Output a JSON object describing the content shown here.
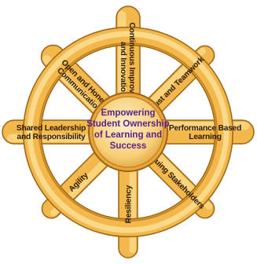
{
  "wheel": {
    "hub_lines": [
      "Empowering",
      "Student Ownership",
      "of Learning and",
      "Success"
    ],
    "spokes": [
      {
        "id": "top",
        "lines": [
          "Continuous Improvement",
          "and Innovation"
        ]
      },
      {
        "id": "top-right",
        "lines": [
          "Trust and Teamwork"
        ]
      },
      {
        "id": "right",
        "lines": [
          "Performance Based",
          "Learning"
        ]
      },
      {
        "id": "bottom-right",
        "lines": [
          "Valuing Stakeholders"
        ]
      },
      {
        "id": "bottom",
        "lines": [
          "Resiliency"
        ]
      },
      {
        "id": "bottom-left",
        "lines": [
          "Agility"
        ]
      },
      {
        "id": "left",
        "lines": [
          "Shared Leadership",
          "and Responsibility"
        ]
      },
      {
        "id": "top-left",
        "lines": [
          "Open and Honest",
          "Communication"
        ]
      }
    ]
  },
  "colors": {
    "gold_light": "#fbd98a",
    "gold": "#f2b84b",
    "gold_dark": "#c9861f",
    "outline": "#9a6414",
    "hub_text": "#5b1f8a"
  }
}
